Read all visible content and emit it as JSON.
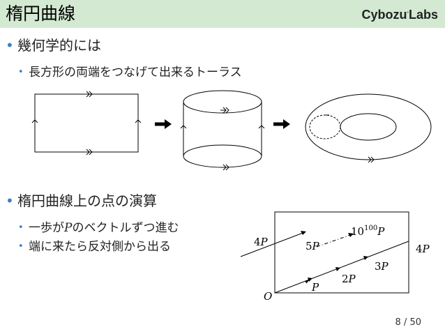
{
  "slide": {
    "title": "楕円曲線",
    "logo": "Cybozu",
    "logo_suffix": "Labs",
    "bullet1": "幾何学的には",
    "sub1": "長方形の両端をつなげて出来るトーラス",
    "bullet2": "楕円曲線上の点の演算",
    "sub2_pre": "一歩が",
    "sub2_p": "P",
    "sub2_post": "のベクトルずつ進む",
    "sub3": "端に来たら反対側から出る",
    "page": "8 / 50"
  },
  "figure": {
    "label_4p_left": "4",
    "label_5p": "5",
    "label_big_base": "10",
    "label_big_exp": "100",
    "label_4p_right": "4",
    "label_3p": "3",
    "label_2p": "2",
    "label_p_sym": "P",
    "label_o": "O"
  },
  "colors": {
    "title_bar": "#d3e9d2",
    "bullet": "#3a7ec6"
  }
}
